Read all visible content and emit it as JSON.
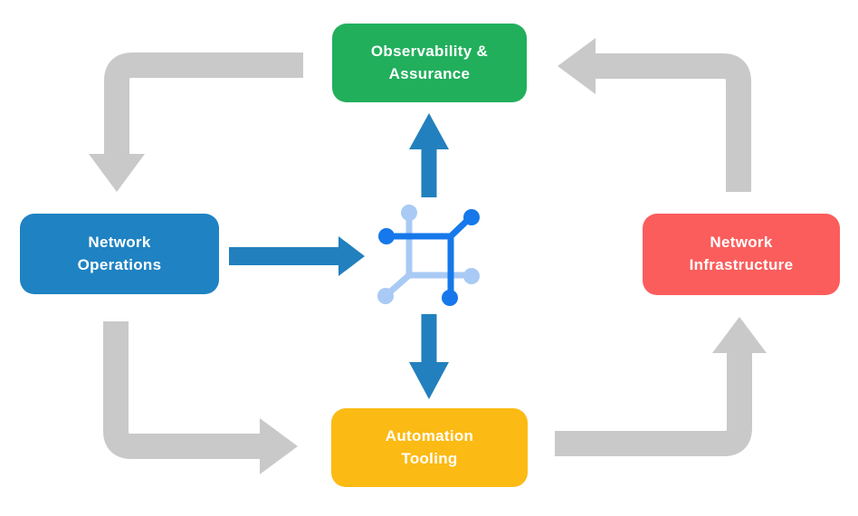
{
  "diagram": {
    "nodes": {
      "observability": {
        "line1": "Observability &",
        "line2": "Assurance",
        "color": "#21AF5C"
      },
      "operations": {
        "line1": "Network",
        "line2": "Operations",
        "color": "#1F82C3"
      },
      "infrastructure": {
        "line1": "Network",
        "line2": "Infrastructure",
        "color": "#FB5D5C"
      },
      "automation": {
        "line1": "Automation",
        "line2": "Tooling",
        "color": "#FCBA14"
      }
    },
    "colors": {
      "background": "#FFFFFF",
      "cycle_arrow": "#C9C9C9",
      "flow_arrow": "#2280BE",
      "icon_dark": "#1678EA",
      "icon_light": "#A8CAF4",
      "node_text": "#FFFFFF"
    },
    "icons": {
      "center": "network-topology-icon"
    }
  }
}
